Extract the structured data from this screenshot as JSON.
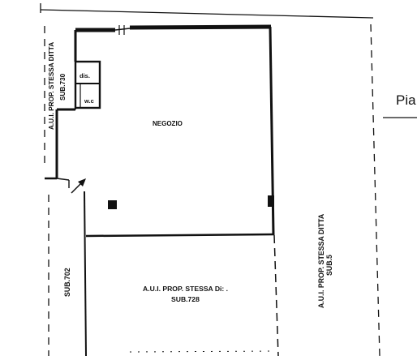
{
  "labels": {
    "left_aui": "A.U.I. PROP. STESSA DITTA",
    "left_sub": "SUB.730",
    "dis": "dis.",
    "wc": "w.c",
    "negozio": "NEGOZIO",
    "right_aui": "A.U.I. PROP. STESSA DITTA",
    "right_sub": "SUB.5",
    "bottom_aui": "A.U.I. PROP. STESSA Di: .",
    "bottom_sub": "SUB.728",
    "sub702": "SUB.702",
    "pia": "Pia"
  },
  "colors": {
    "ink": "#111111",
    "paper": "#ffffff"
  }
}
